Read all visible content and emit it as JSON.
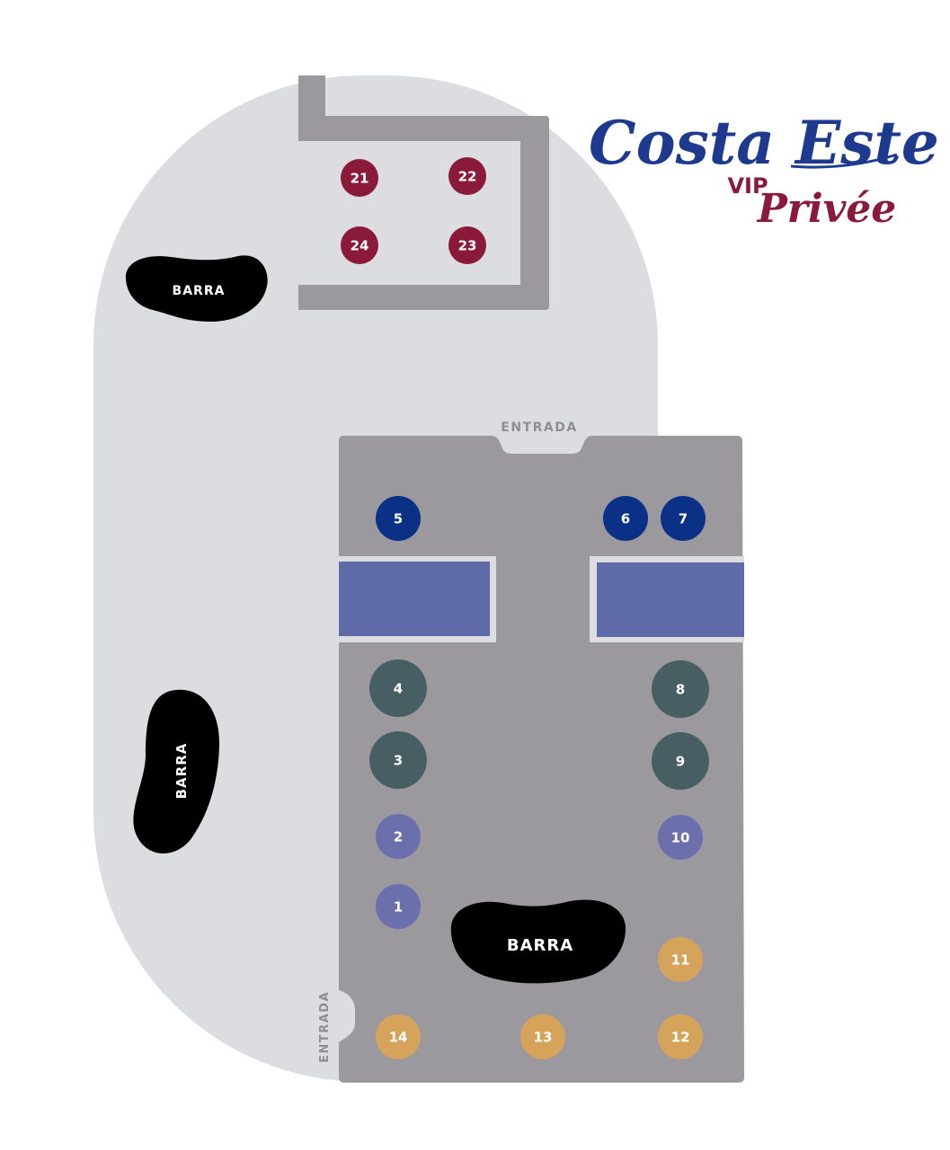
{
  "brand": {
    "name": "Costa Este",
    "tier": "VIP",
    "subtitle": "Privée",
    "colors": {
      "primary": "#1d3a8f",
      "secondary": "#8b1a3a"
    }
  },
  "labels": {
    "entrance_top": "ENTRADA",
    "entrance_left": "ENTRADA",
    "bar_top_left": "BARRA",
    "bar_left": "BARRA",
    "bar_center": "BARRA"
  },
  "tables": [
    {
      "id": "21",
      "color": "#8b1a3a"
    },
    {
      "id": "22",
      "color": "#8b1a3a"
    },
    {
      "id": "23",
      "color": "#8b1a3a"
    },
    {
      "id": "24",
      "color": "#8b1a3a"
    },
    {
      "id": "5",
      "color": "#0a3186"
    },
    {
      "id": "6",
      "color": "#0a3186"
    },
    {
      "id": "7",
      "color": "#0a3186"
    },
    {
      "id": "4",
      "color": "#475e63"
    },
    {
      "id": "3",
      "color": "#475e63"
    },
    {
      "id": "8",
      "color": "#475e63"
    },
    {
      "id": "9",
      "color": "#475e63"
    },
    {
      "id": "2",
      "color": "#6b6fac"
    },
    {
      "id": "1",
      "color": "#6b6fac"
    },
    {
      "id": "10",
      "color": "#6b6fac"
    },
    {
      "id": "11",
      "color": "#d6a35b"
    },
    {
      "id": "12",
      "color": "#d6a35b"
    },
    {
      "id": "13",
      "color": "#d6a35b"
    },
    {
      "id": "14",
      "color": "#d6a35b"
    }
  ],
  "zone_colors": {
    "outer_area": "#dcdde0",
    "vip_area": "#9b999e",
    "wall": "#9b999e",
    "stage_block": "#5f6aa8",
    "bar": "#000000"
  }
}
